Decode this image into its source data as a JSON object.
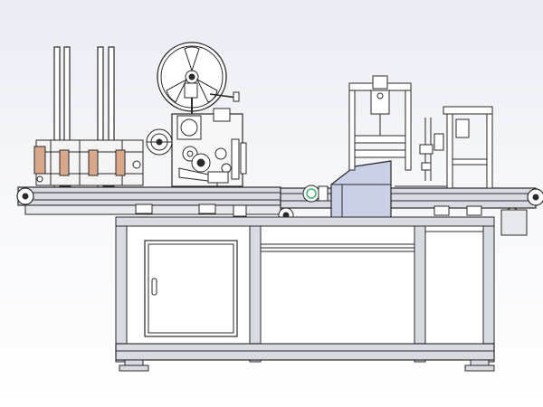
{
  "drawing": {
    "style": "CAD line drawing, front elevation of a labeling machine",
    "colors": {
      "line": "#2a2a2a",
      "frame_fill": "#ffffff",
      "profile_fill": "#d7dbe2",
      "guard_fill": "#c9cfe6",
      "bracket_fill": "#d9a88a",
      "sensor_green": "#3cb371",
      "background_top": "#e9ecf3",
      "background_bottom": "#ffffff"
    },
    "components": [
      "label-reel",
      "label-applicator-head",
      "product-stacker-rails",
      "main-conveyor",
      "cabinet-frame",
      "cabinet-door",
      "top-pressing-guard",
      "rear-column-frame",
      "right-column-frame",
      "leveling-feet"
    ]
  }
}
